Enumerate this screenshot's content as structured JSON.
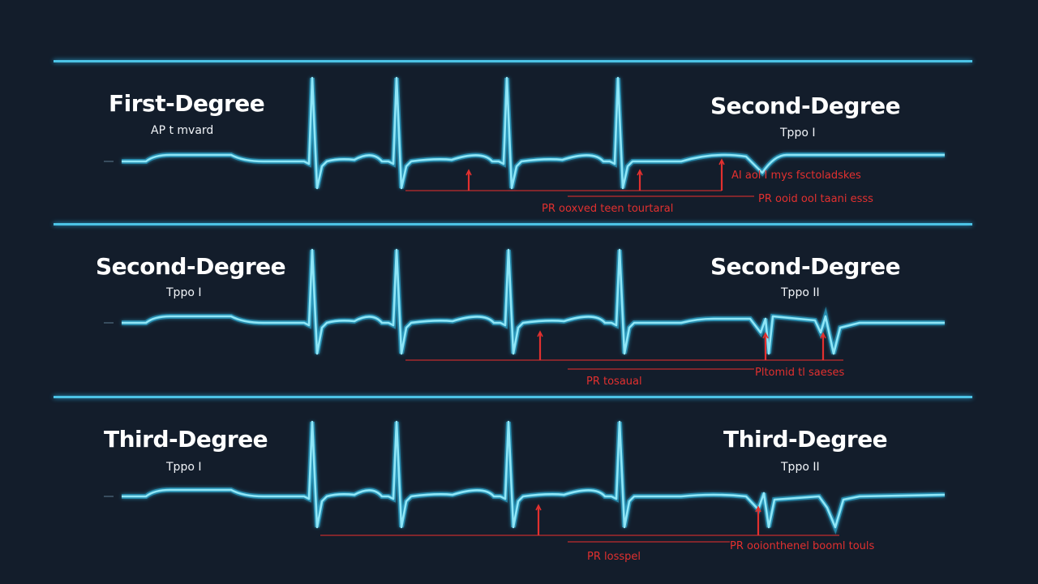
{
  "colors": {
    "background": "#131d2b",
    "trace": "#8fe6f7",
    "trace_glow": "#2fb6e0",
    "divider": "#4cc3e6",
    "annotation": "#e2302f",
    "text": "#ffffff"
  },
  "rows": [
    {
      "left": {
        "title": "First-Degree",
        "subtitle": "AP t mvard"
      },
      "right": {
        "title": "Second-Degree",
        "subtitle": "Tppo I"
      },
      "annotations": [
        "AI aol I mys fsctoladskes",
        "PR ooid ool taani esss",
        "PR ooxved teen tourtaral"
      ]
    },
    {
      "left": {
        "title": "Second-Degree",
        "subtitle": "Tppo I"
      },
      "right": {
        "title": "Second-Degree",
        "subtitle": "Tppo II"
      },
      "annotations": [
        "Pltomid tl saeses",
        "PR tosaual"
      ]
    },
    {
      "left": {
        "title": "Third-Degree",
        "subtitle": "Tppo I"
      },
      "right": {
        "title": "Third-Degree",
        "subtitle": "Tppo II"
      },
      "annotations": [
        "PR ooionthenel booml touls",
        "PR losspel"
      ]
    }
  ]
}
